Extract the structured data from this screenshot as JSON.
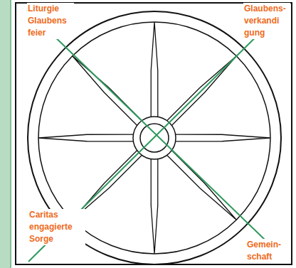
{
  "diagram": {
    "labels": [
      "Liturgie Glaubens feier",
      "Glaubens- verkandi gung",
      "Caritas engagierte Sorge",
      "Gemein- schaft"
    ]
  }
}
